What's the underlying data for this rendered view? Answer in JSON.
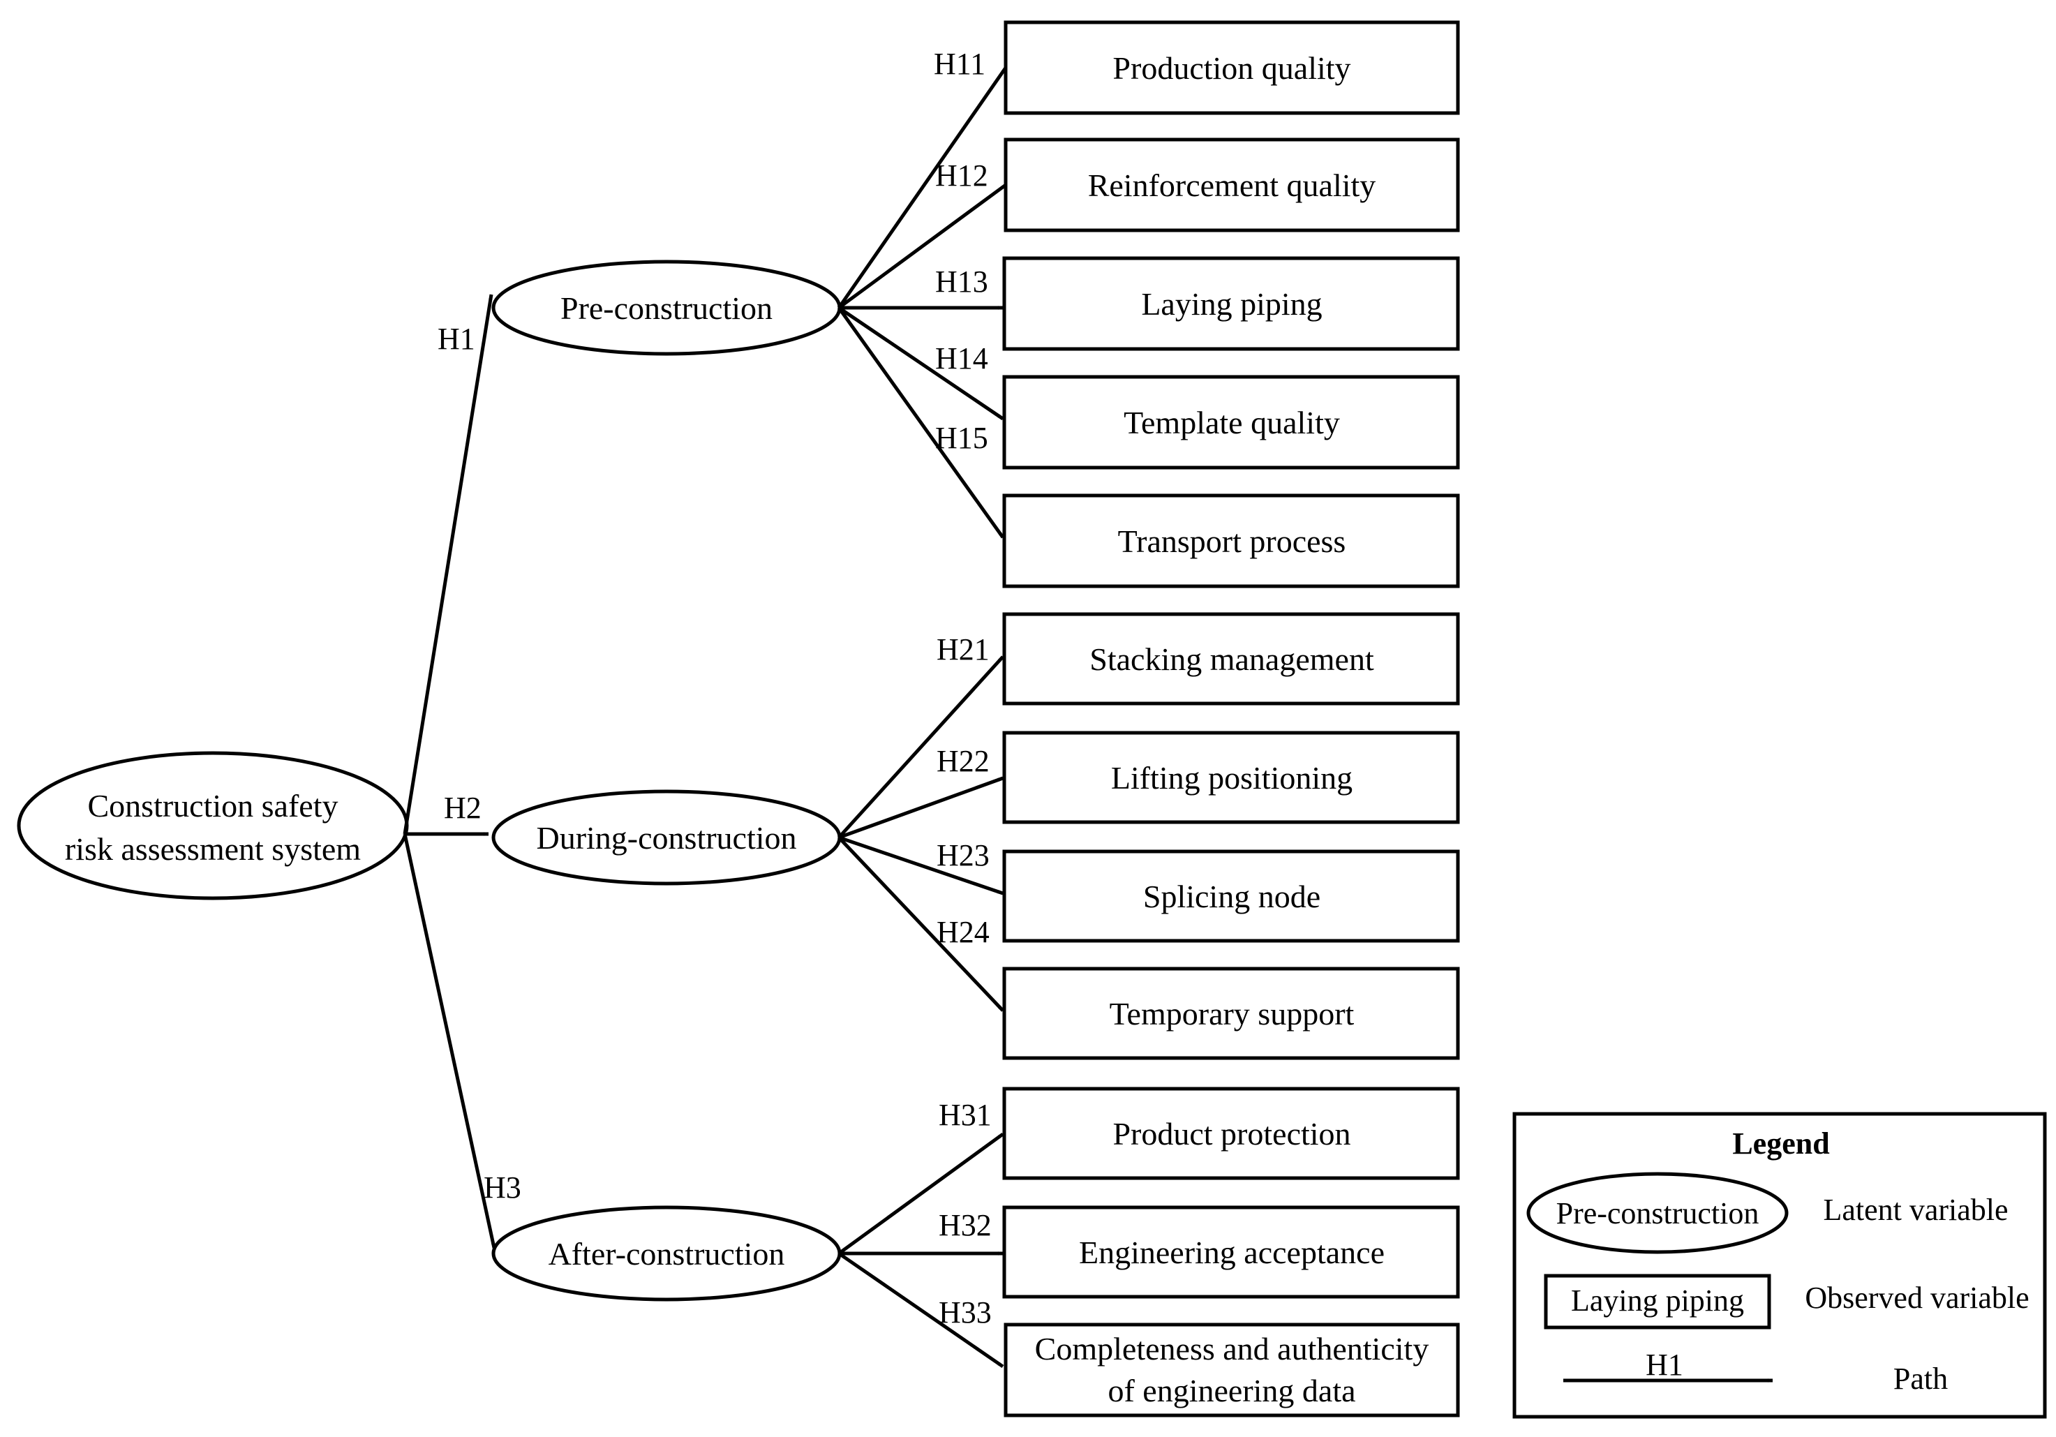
{
  "root": {
    "label_lines": [
      "Construction safety",
      "risk assessment system"
    ]
  },
  "latent": [
    {
      "label": "Pre-construction"
    },
    {
      "label": "During-construction"
    },
    {
      "label": "After-construction"
    }
  ],
  "paths": [
    {
      "label": "H1"
    },
    {
      "label": "H2"
    },
    {
      "label": "H3"
    }
  ],
  "observed": [
    {
      "label": "Production quality",
      "path": "H11"
    },
    {
      "label": "Reinforcement quality",
      "path": "H12"
    },
    {
      "label": "Laying piping",
      "path": "H13"
    },
    {
      "label": "Template quality",
      "path": "H14"
    },
    {
      "label": "Transport process",
      "path": "H15"
    },
    {
      "label": "Stacking management",
      "path": "H21"
    },
    {
      "label": "Lifting positioning",
      "path": "H22"
    },
    {
      "label": "Splicing node",
      "path": "H23"
    },
    {
      "label": "Temporary support",
      "path": "H24"
    },
    {
      "label": "Product protection",
      "path": "H31"
    },
    {
      "label": "Engineering acceptance",
      "path": "H32"
    },
    {
      "label": "Completeness and authenticity",
      "label2": "of engineering data",
      "path": "H33"
    }
  ],
  "legend": {
    "title": "Legend",
    "latent_sample": "Pre-construction",
    "latent_desc": "Latent variable",
    "observed_sample": "Laying piping",
    "observed_desc": "Observed variable",
    "path_sample": "H1",
    "path_desc": "Path"
  }
}
